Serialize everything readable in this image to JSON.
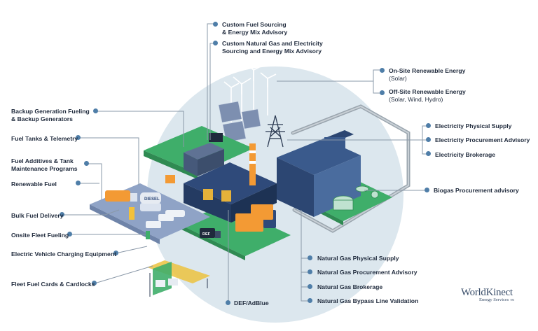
{
  "labels": {
    "custom_fuel_sourcing": "Custom Fuel Sourcing",
    "custom_fuel_sourcing_2": "& Energy Mix Advisory",
    "custom_gas_electricity": "Custom Natural Gas and Electricity",
    "custom_gas_electricity_2": "Sourcing and Energy Mix Advisory",
    "onsite_renewable": "On-Site Renewable Energy",
    "onsite_renewable_2": "(Solar)",
    "offsite_renewable": "Off-Site Renewable Energy",
    "offsite_renewable_2": "(Solar, Wind, Hydro)",
    "backup_generation": "Backup Generation Fueling",
    "backup_generation_2": "& Backup Generators",
    "fuel_tanks": "Fuel Tanks & Telemetry",
    "fuel_additives": "Fuel Additives & Tank",
    "fuel_additives_2": "Maintenance Programs",
    "renewable_fuel": "Renewable Fuel",
    "bulk_fuel": "Bulk Fuel Delivery",
    "onsite_fleet": "Onsite Fleet Fueling",
    "ev_charging": "Electric Vehicle Charging Equipment",
    "fleet_cards": "Fleet Fuel Cards & Cardlocks",
    "electricity_physical": "Electricity Physical Supply",
    "electricity_procurement": "Electricity Procurement Advisory",
    "electricity_brokerage": "Electricity Brokerage",
    "biogas": "Biogas Procurement advisory",
    "ng_physical": "Natural Gas Physical Supply",
    "ng_procurement": "Natural Gas Procurement Advisory",
    "ng_brokerage": "Natural Gas Brokerage",
    "ng_bypass": "Natural Gas Bypass Line Validation",
    "def_adblue": "DEF/AdBlue"
  },
  "illustration_text": {
    "tank_text": "DIESEL",
    "truck_text": "DEF"
  },
  "logo": {
    "name": "WorldKinect",
    "tagline": "Energy Services",
    "tm": "TM"
  },
  "colors": {
    "circle_bg": "#dce7ee",
    "leader_line": "#8a98a8",
    "dot": "#4f7ea8",
    "green_ground": "#3fae6a",
    "blue_ground": "#8fa3c6",
    "building": "#2f4a7a",
    "orange": "#f39a34",
    "text": "#1f2a3c"
  },
  "icons": [
    "wind-turbine-icon",
    "solar-panel-icon",
    "transmission-tower-icon",
    "fuel-truck-icon",
    "storage-tank-icon",
    "ev-charger-icon",
    "fuel-canopy-icon"
  ]
}
